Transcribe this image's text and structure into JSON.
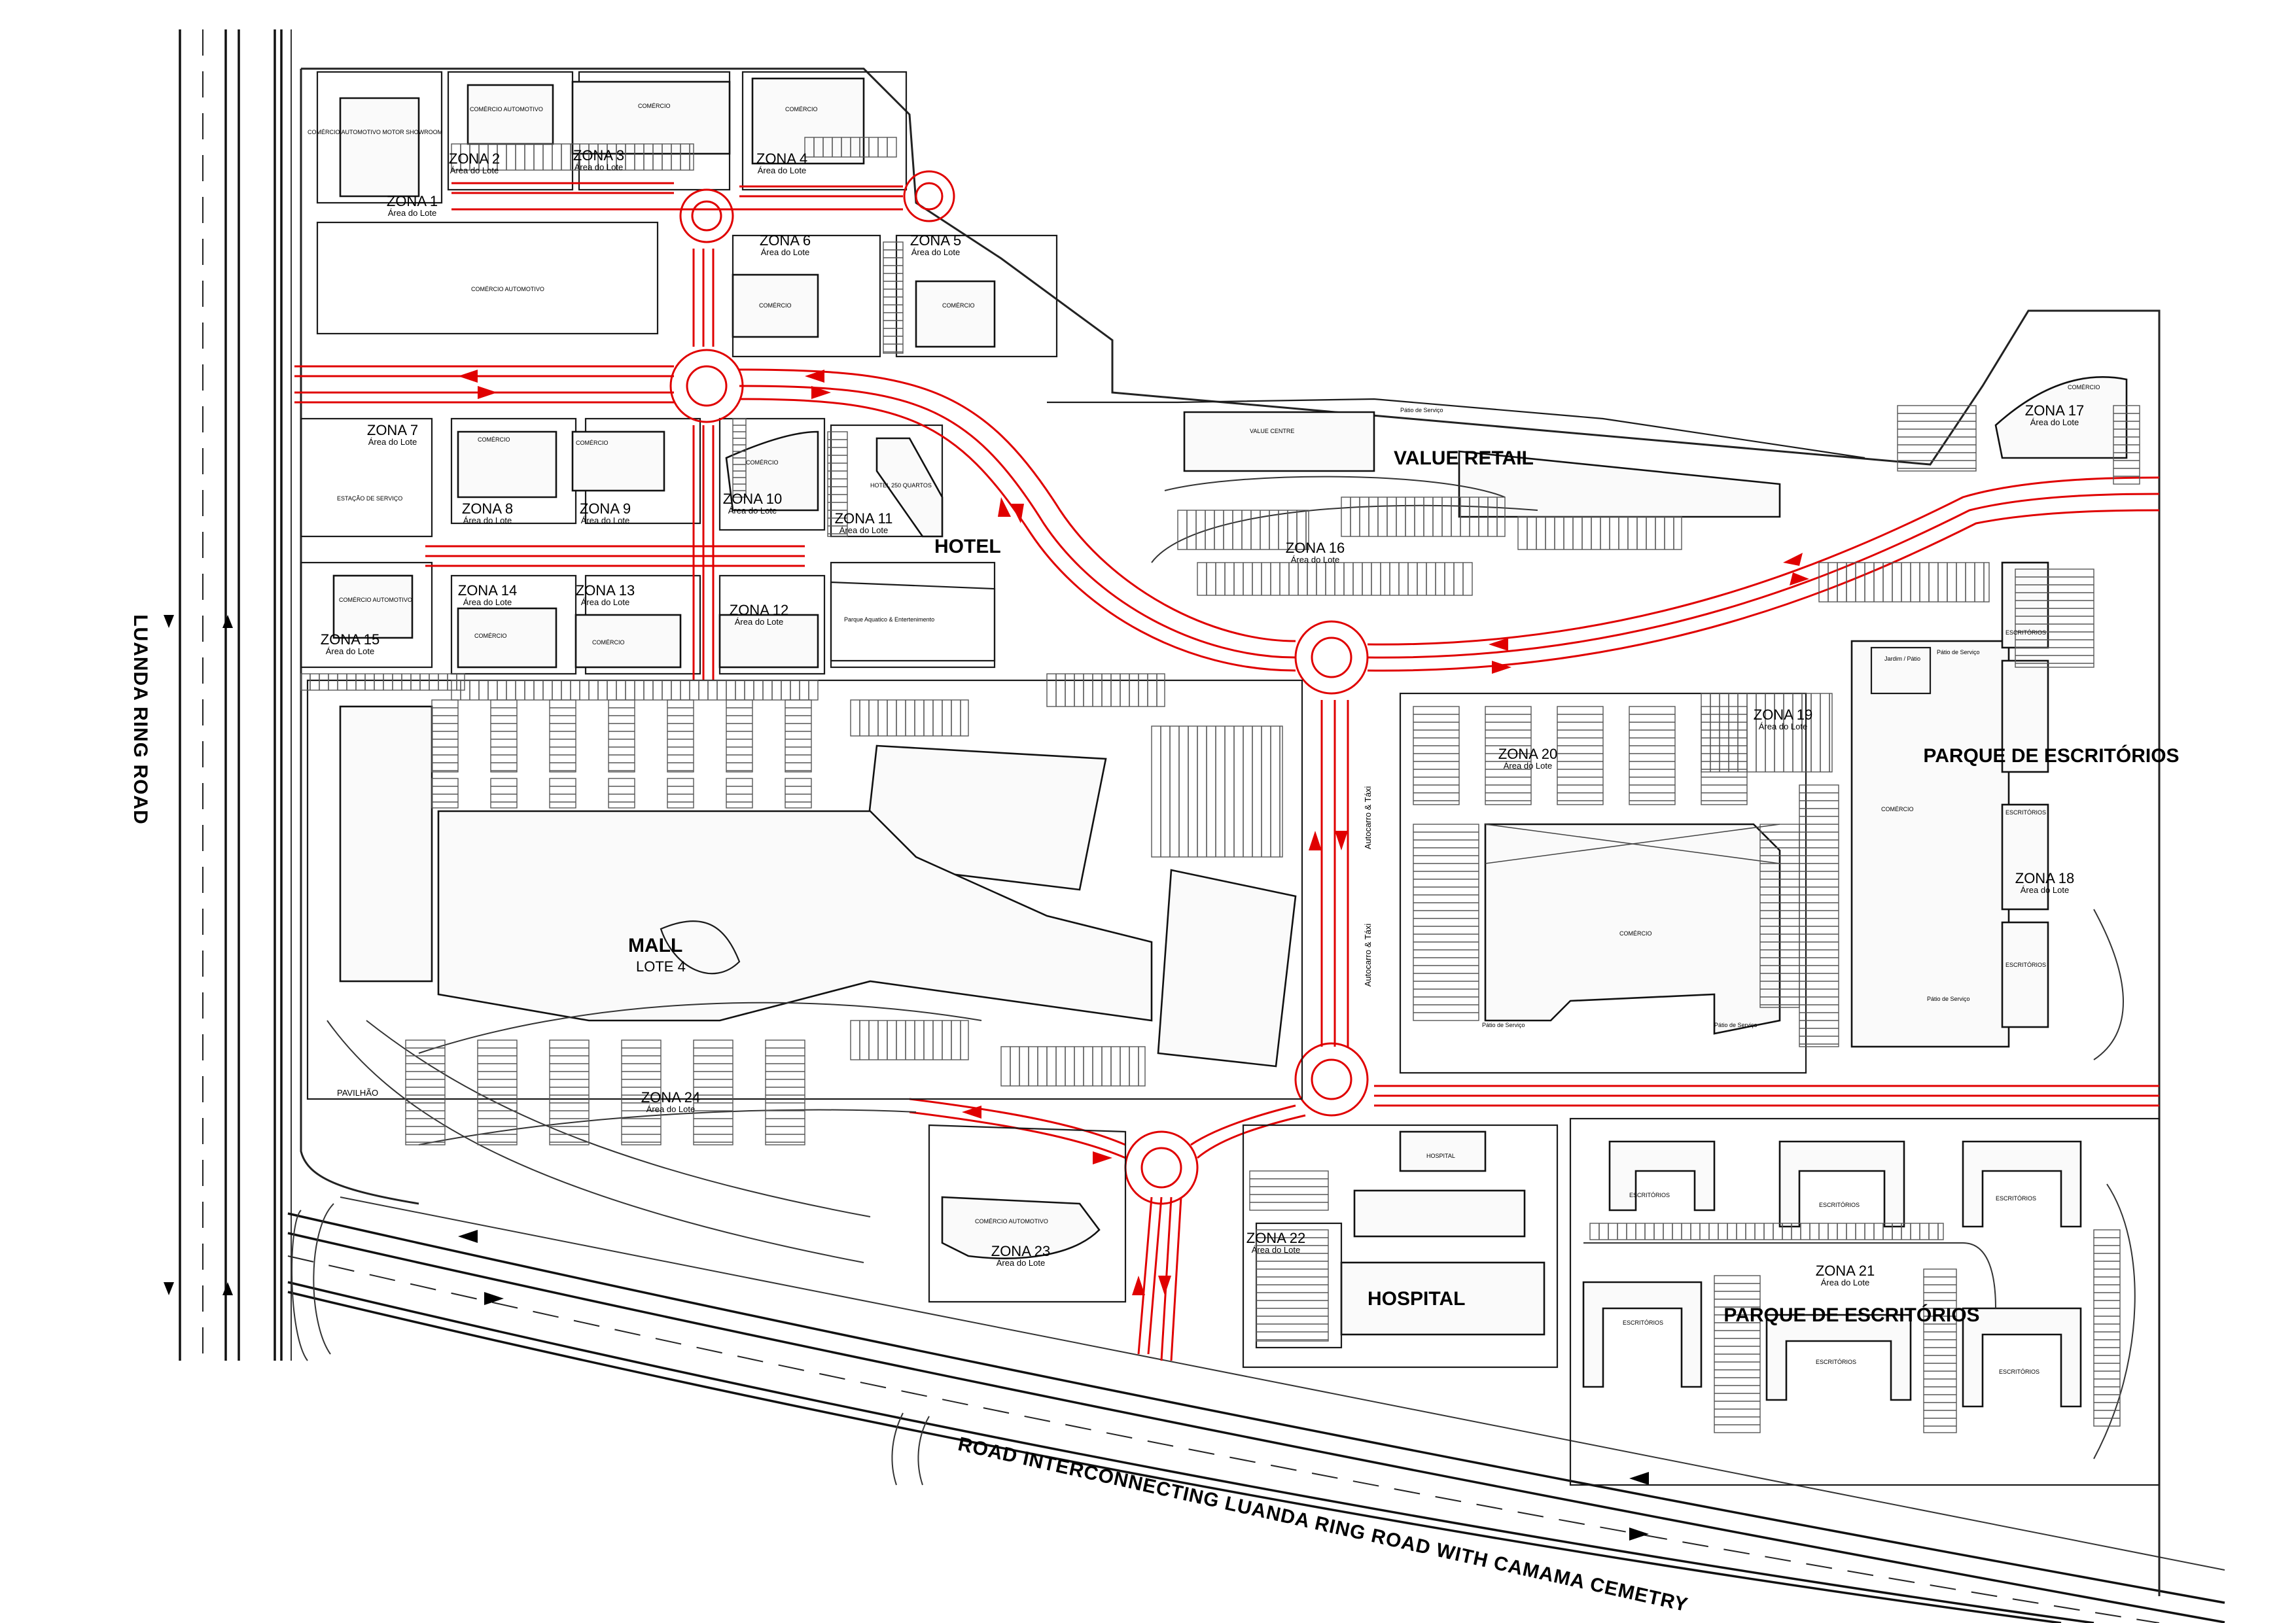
{
  "roads": {
    "left": "LUANDA RING ROAD",
    "bottom": "ROAD INTERCONNECTING LUANDA RING ROAD WITH CAMAMA CEMETRY",
    "service_road_a": "Autocarro & Táxi",
    "service_road_b": "Autocarro & Táxi"
  },
  "districts": {
    "value_retail": "VALUE RETAIL",
    "hotel": "HOTEL",
    "mall": "MALL",
    "mall_lot": "LOTE 4",
    "offices_east": "PARQUE DE ESCRITÓRIOS",
    "offices_south": "PARQUE DE ESCRITÓRIOS",
    "hospital": "HOSPITAL"
  },
  "zones": [
    {
      "id": "z1",
      "label": "ZONA 1",
      "sub": "Área do Lote"
    },
    {
      "id": "z2",
      "label": "ZONA 2",
      "sub": "Área do Lote"
    },
    {
      "id": "z3",
      "label": "ZONA 3",
      "sub": "Área do Lote"
    },
    {
      "id": "z4",
      "label": "ZONA 4",
      "sub": "Área do Lote"
    },
    {
      "id": "z5",
      "label": "ZONA 5",
      "sub": "Área do Lote"
    },
    {
      "id": "z6",
      "label": "ZONA 6",
      "sub": "Área do Lote"
    },
    {
      "id": "z7",
      "label": "ZONA 7",
      "sub": "Área do Lote"
    },
    {
      "id": "z8",
      "label": "ZONA 8",
      "sub": "Área do Lote"
    },
    {
      "id": "z9",
      "label": "ZONA 9",
      "sub": "Área do Lote"
    },
    {
      "id": "z10",
      "label": "ZONA 10",
      "sub": "Área do Lote"
    },
    {
      "id": "z11",
      "label": "ZONA 11",
      "sub": "Área do Lote"
    },
    {
      "id": "z12",
      "label": "ZONA 12",
      "sub": "Área do Lote"
    },
    {
      "id": "z13",
      "label": "ZONA 13",
      "sub": "Área do Lote"
    },
    {
      "id": "z14",
      "label": "ZONA 14",
      "sub": "Área do Lote"
    },
    {
      "id": "z15",
      "label": "ZONA 15",
      "sub": "Área do Lote"
    },
    {
      "id": "z16",
      "label": "ZONA 16",
      "sub": "Área do Lote"
    },
    {
      "id": "z17",
      "label": "ZONA 17",
      "sub": "Área do Lote"
    },
    {
      "id": "z18",
      "label": "ZONA 18",
      "sub": "Área do Lote"
    },
    {
      "id": "z19",
      "label": "ZONA 19",
      "sub": "Área do Lote"
    },
    {
      "id": "z20",
      "label": "ZONA 20",
      "sub": "Área do Lote"
    },
    {
      "id": "z21",
      "label": "ZONA 21",
      "sub": "Área do Lote"
    },
    {
      "id": "z22",
      "label": "ZONA 22",
      "sub": "Área do Lote"
    },
    {
      "id": "z23",
      "label": "ZONA 23",
      "sub": "Área do Lote"
    },
    {
      "id": "z24",
      "label": "ZONA 24",
      "sub": "Área do Lote"
    }
  ],
  "buildings": {
    "comercio": "COMÉRCIO",
    "comercio_auto": "COMÉRCIO AUTOMOTIVO",
    "comercio_auto_showroom": "COMÉRCIO AUTOMOTIVO MOTOR SHOWROOM",
    "estacao": "ESTAÇÃO DE SERVIÇO",
    "hotel_250": "HOTEL 250 QUARTOS",
    "parque_aquatico": "Parque Aquatico & Entertenimento",
    "value_centre": "VALUE CENTRE",
    "patio_servico": "Pátio de Serviço",
    "jardim_patio": "Jardim / Pátio",
    "escritorios": "ESCRITÓRIOS",
    "pavilhao": "PAVILHÃO",
    "hospital_small": "HOSPITAL"
  }
}
